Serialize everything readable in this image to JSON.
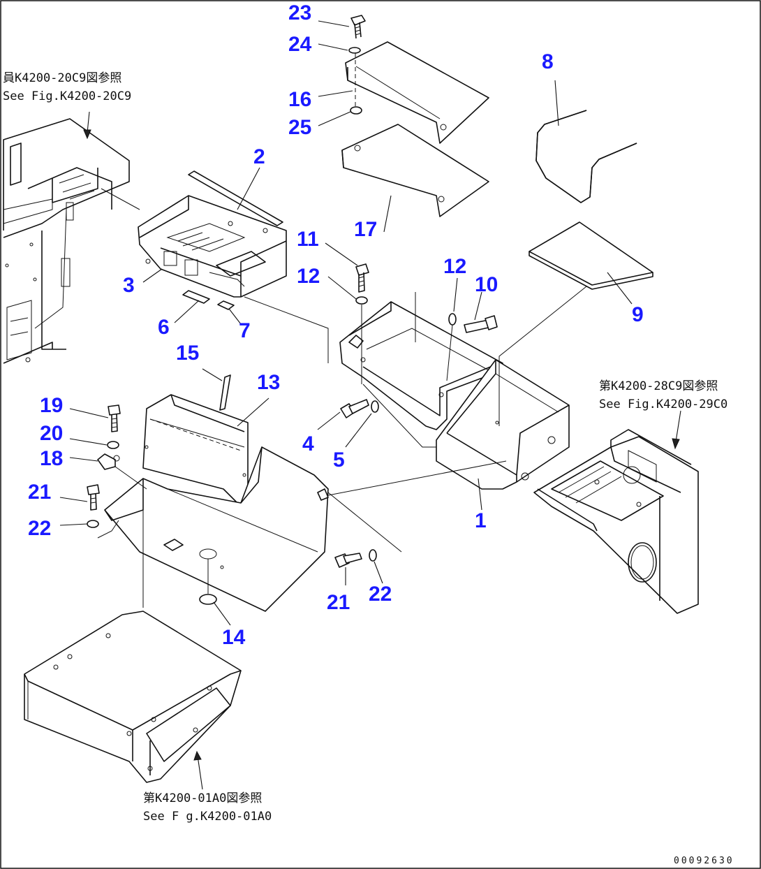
{
  "callouts": {
    "c1": "1",
    "c2": "2",
    "c3": "3",
    "c4": "4",
    "c5": "5",
    "c6": "6",
    "c7": "7",
    "c8": "8",
    "c9": "9",
    "c10": "10",
    "c11": "11",
    "c12a": "12",
    "c12b": "12",
    "c13": "13",
    "c14": "14",
    "c15": "15",
    "c16": "16",
    "c17": "17",
    "c18": "18",
    "c19": "19",
    "c20": "20",
    "c21a": "21",
    "c21b": "21",
    "c22a": "22",
    "c22b": "22",
    "c23": "23",
    "c24": "24",
    "c25": "25"
  },
  "references": {
    "left_jp": "員K4200-20C9図参照",
    "left_en": "See Fig.K4200-20C9",
    "right_jp": "第K4200-28C9図参照",
    "right_en": "See Fig.K4200-29C0",
    "bottom_jp": "第K4200-01A0図参照",
    "bottom_en": "See F g.K4200-01A0"
  },
  "drawing_code": "00092630"
}
